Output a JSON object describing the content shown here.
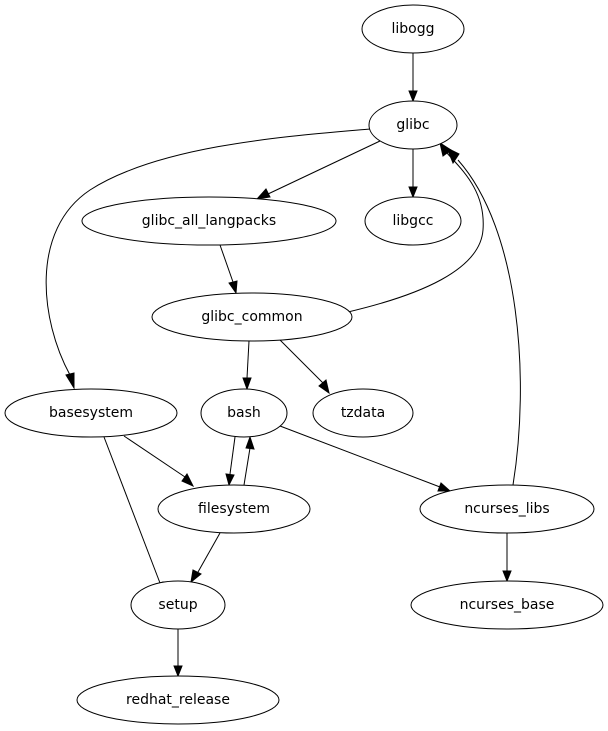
{
  "graph": {
    "type": "directed-dependency-graph",
    "nodes": [
      {
        "id": "libogg",
        "label": "libogg"
      },
      {
        "id": "glibc",
        "label": "glibc"
      },
      {
        "id": "glibc_all_langpacks",
        "label": "glibc_all_langpacks"
      },
      {
        "id": "libgcc",
        "label": "libgcc"
      },
      {
        "id": "glibc_common",
        "label": "glibc_common"
      },
      {
        "id": "basesystem",
        "label": "basesystem"
      },
      {
        "id": "bash",
        "label": "bash"
      },
      {
        "id": "tzdata",
        "label": "tzdata"
      },
      {
        "id": "filesystem",
        "label": "filesystem"
      },
      {
        "id": "ncurses_libs",
        "label": "ncurses_libs"
      },
      {
        "id": "setup",
        "label": "setup"
      },
      {
        "id": "ncurses_base",
        "label": "ncurses_base"
      },
      {
        "id": "redhat_release",
        "label": "redhat_release"
      }
    ],
    "edges": [
      {
        "from": "libogg",
        "to": "glibc"
      },
      {
        "from": "glibc",
        "to": "basesystem"
      },
      {
        "from": "glibc",
        "to": "glibc_all_langpacks"
      },
      {
        "from": "glibc",
        "to": "libgcc"
      },
      {
        "from": "glibc_all_langpacks",
        "to": "glibc_common"
      },
      {
        "from": "glibc_common",
        "to": "glibc"
      },
      {
        "from": "glibc_common",
        "to": "bash"
      },
      {
        "from": "glibc_common",
        "to": "tzdata"
      },
      {
        "from": "basesystem",
        "to": "filesystem"
      },
      {
        "from": "basesystem",
        "to": "setup"
      },
      {
        "from": "bash",
        "to": "filesystem"
      },
      {
        "from": "filesystem",
        "to": "bash"
      },
      {
        "from": "bash",
        "to": "ncurses_libs"
      },
      {
        "from": "filesystem",
        "to": "setup"
      },
      {
        "from": "ncurses_libs",
        "to": "glibc"
      },
      {
        "from": "ncurses_libs",
        "to": "ncurses_base"
      },
      {
        "from": "setup",
        "to": "redhat_release"
      }
    ]
  }
}
